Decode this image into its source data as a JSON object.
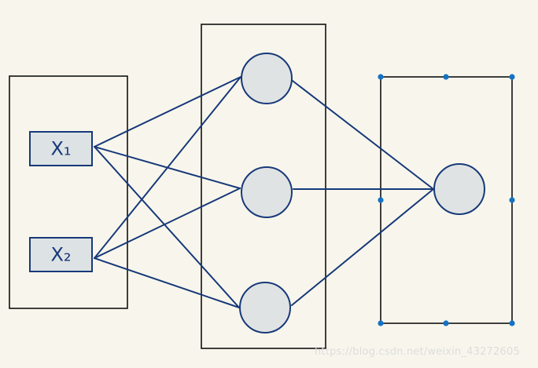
{
  "diagram": {
    "colors": {
      "background": "#f8f6ec",
      "connection": "#17397a",
      "node_fill": "#e0e3e3",
      "node_stroke": "#17397a",
      "input_fill": "#dde2e4",
      "input_stroke": "#17397a",
      "input_text": "#17397a",
      "layer_box": "#111111",
      "selection_handle": "#1473c4"
    },
    "inputs": [
      {
        "id": "x1",
        "label": "X₁"
      },
      {
        "id": "x2",
        "label": "X₂"
      }
    ],
    "hidden_nodes": [
      {
        "id": "h1"
      },
      {
        "id": "h2"
      },
      {
        "id": "h3"
      }
    ],
    "output_nodes": [
      {
        "id": "o1"
      }
    ],
    "connections": [
      [
        "x1",
        "h1"
      ],
      [
        "x1",
        "h2"
      ],
      [
        "x1",
        "h3"
      ],
      [
        "x2",
        "h1"
      ],
      [
        "x2",
        "h2"
      ],
      [
        "x2",
        "h3"
      ],
      [
        "h1",
        "o1"
      ],
      [
        "h2",
        "o1"
      ],
      [
        "h3",
        "o1"
      ]
    ]
  },
  "watermark": "https://blog.csdn.net/weixin_43272605"
}
